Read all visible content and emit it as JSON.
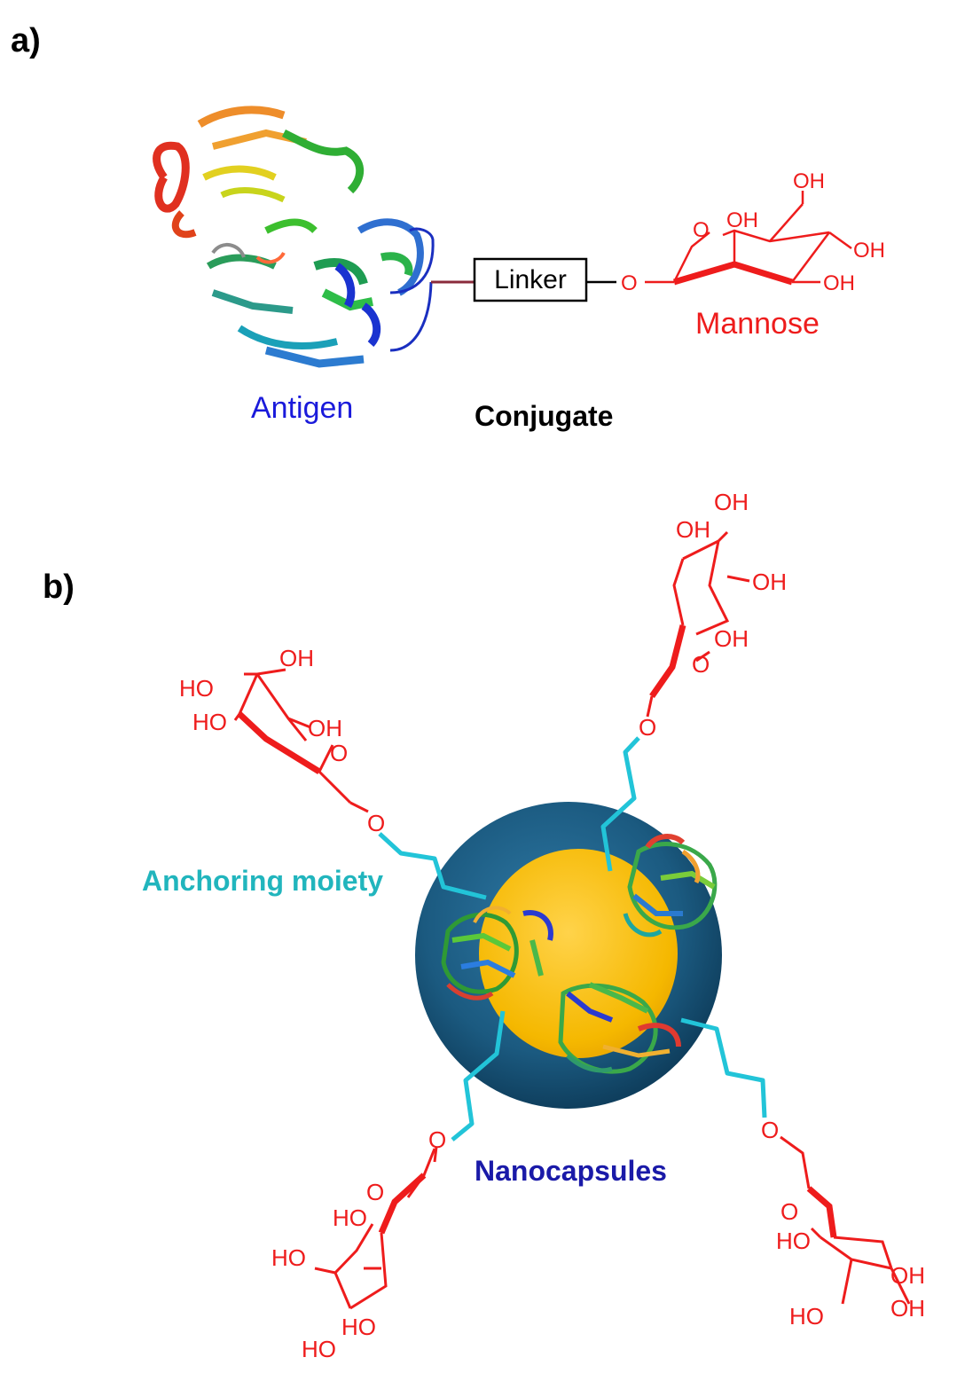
{
  "panel_a": {
    "label": "a)",
    "antigen_label": "Antigen",
    "linker_label": "Linker",
    "oxygen": "O",
    "mannose_label": "Mannose",
    "mannose_hydroxyls": [
      "OH",
      "OH",
      "OH",
      "OH"
    ],
    "ring_oxygen": "O",
    "conjugate_label": "Conjugate"
  },
  "panel_b": {
    "label": "b)",
    "anchoring_label": "Anchoring moiety",
    "nanocapsules_label": "Nanocapsules",
    "glycosidic_oxygen": "O",
    "ring_oxygen": "O",
    "top_right_hydroxyls": [
      "OH",
      "OH",
      "OH",
      "OH"
    ],
    "top_left_hydroxyls": [
      "OH",
      "HO",
      "HO",
      "OH"
    ],
    "bottom_left_hydroxyls": [
      "HO",
      "HO",
      "HO",
      "HO"
    ],
    "bottom_right_hydroxyls": [
      "HO",
      "OH",
      "OH",
      "HO"
    ]
  },
  "colors": {
    "antigen": "#1a1adb",
    "mannose": "#ee1c1c",
    "anchor": "#22c4d8",
    "anchor_text": "#21b5bd",
    "nanocapsules_text": "#1a1aa8",
    "shell": "#1b5a80",
    "core": "#f5b800",
    "linker_line": "#8a2b3b"
  }
}
